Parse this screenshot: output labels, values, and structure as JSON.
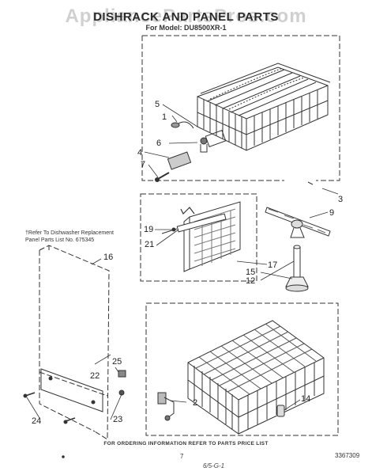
{
  "watermark": "AppliancePartsPros.com",
  "title": "DISHRACK AND PANEL PARTS",
  "model": "For Model: DU8500XR-1",
  "note": {
    "line1": "†Refer To Dishwasher Replacement",
    "line2": "Panel Parts List No. 675345"
  },
  "footer": {
    "ordering": "FOR ORDERING INFORMATION REFER TO PARTS PRICE LIST",
    "page": "7",
    "doc_number": "3367309",
    "handwritten": "6/5-G-1"
  },
  "callouts": {
    "c1": "1",
    "c2": "2",
    "c3": "3",
    "c4": "4",
    "c5": "5",
    "c6": "6",
    "c7": "7",
    "c9": "9",
    "c12": "12",
    "c14": "14",
    "c15": "15",
    "c16": "16",
    "c17": "17",
    "c19": "19",
    "c21": "21",
    "c22": "22",
    "c23": "23",
    "c24": "24",
    "c25": "25"
  }
}
